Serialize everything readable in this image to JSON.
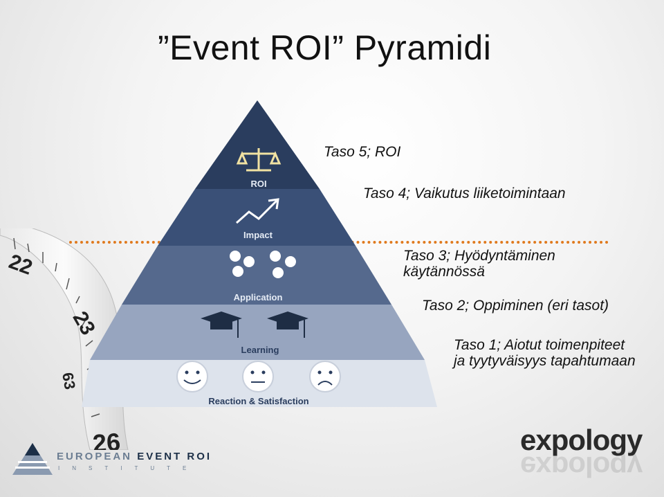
{
  "title": "”Event ROI” Pyramidi",
  "levels": [
    {
      "pyramid_label": "ROI",
      "caption_lines": [
        "Taso 5; ROI"
      ]
    },
    {
      "pyramid_label": "Impact",
      "caption_lines": [
        "Taso 4; Vaikutus liiketoimintaan"
      ]
    },
    {
      "pyramid_label": "Application",
      "caption_lines": [
        "Taso 3; Hyödyntäminen",
        "käytännössä"
      ]
    },
    {
      "pyramid_label": "Learning",
      "caption_lines": [
        "Taso 2; Oppiminen (eri tasot)"
      ]
    },
    {
      "pyramid_label": "Reaction & Satisfaction",
      "caption_lines": [
        "Taso 1; Aiotut toimenpiteet",
        "ja tyytyväisyys tapahtumaan"
      ]
    }
  ],
  "tape_numbers": [
    "22",
    "23",
    "63",
    "26"
  ],
  "logos": {
    "eer_part1": "EUROPEAN ",
    "eer_part2": "EVENT ROI",
    "eer_sub": "INSTITUTE",
    "expology": "expology"
  },
  "colors": {
    "roi": "#2a3d5e",
    "impact": "#3a5077",
    "application": "#55698d",
    "learning": "#97a5bf",
    "reaction": "#dce2ec",
    "dotline": "#e07a1e"
  },
  "icons": [
    "roi-scales-icon",
    "trend-arrow-icon",
    "gears-icon",
    "graduation-cap-icon",
    "smiley-happy-icon",
    "smiley-neutral-icon",
    "smiley-sad-icon"
  ]
}
